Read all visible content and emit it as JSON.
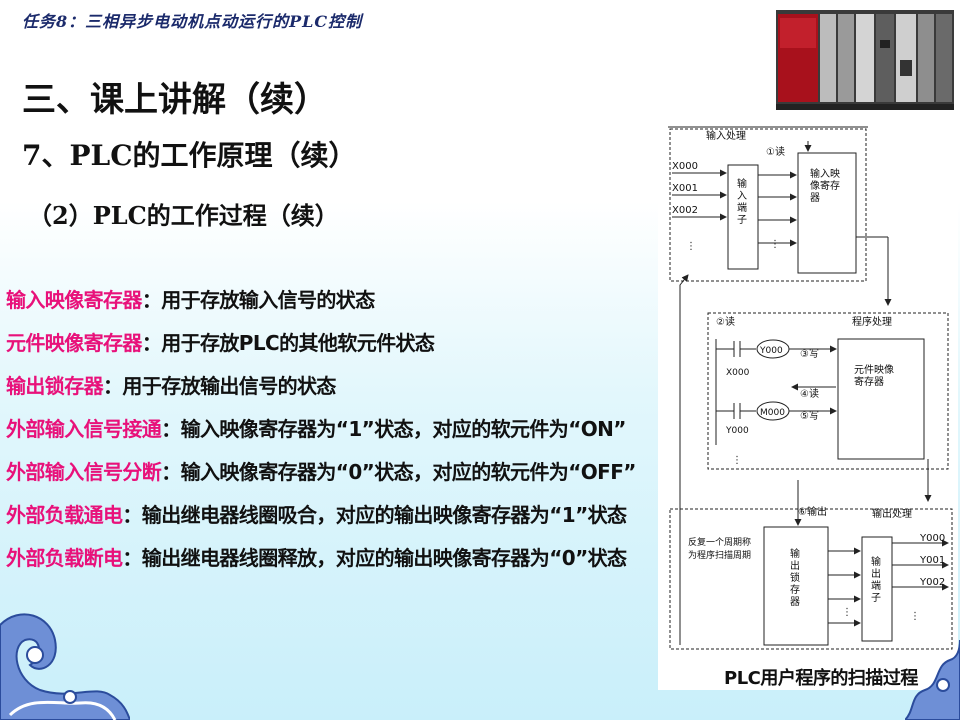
{
  "header": {
    "course_title": "任务8：三相异步电动机点动运行的PLC控制"
  },
  "title": {
    "main": "三、课上讲解（续）",
    "sub1": "7、PLC的工作原理（续）",
    "sub2": "（2）PLC的工作过程（续）"
  },
  "definitions": [
    {
      "term": "输入映像寄存器",
      "desc": "：用于存放输入信号的状态"
    },
    {
      "term": "元件映像寄存器",
      "desc": "：用于存放PLC的其他软元件状态"
    },
    {
      "term": "输出锁存器",
      "desc": "：用于存放输出信号的状态"
    },
    {
      "term": "外部输入信号接通",
      "desc": "：输入映像寄存器为“1”状态，对应的软元件为“ON”"
    },
    {
      "term": "外部输入信号分断",
      "desc": "：输入映像寄存器为“0”状态，对应的软元件为“OFF”"
    },
    {
      "term": "外部负载通电",
      "desc": "：输出继电器线圈吸合，对应的输出映像寄存器为“1”状态"
    },
    {
      "term": "外部负载断电",
      "desc": "：输出继电器线圈释放，对应的输出映像寄存器为“0”状态"
    }
  ],
  "diagram": {
    "caption": "PLC用户程序的扫描过程",
    "input_section": {
      "label": "输入处理",
      "read_label": "①读",
      "inputs": [
        "X000",
        "X001",
        "X002"
      ],
      "terminal_label": "输入端子",
      "image_label": "输入映像寄存器"
    },
    "program_section": {
      "label": "程序处理",
      "read2_label": "②读",
      "write3_label": "③写",
      "read4_label": "④读",
      "write5_label": "⑤写",
      "contact1": "X000",
      "contact2": "Y000",
      "coil1": "Y000",
      "coil2": "M000",
      "element_label": "元件映像寄存器"
    },
    "output_section": {
      "label": "输出处理",
      "output_label": "⑥输出",
      "scan_note": "反复一个周期称为程序扫描周期",
      "latch_label": "输出锁存器",
      "terminal_label": "输出端子",
      "outputs": [
        "Y000",
        "Y001",
        "Y002"
      ]
    }
  }
}
